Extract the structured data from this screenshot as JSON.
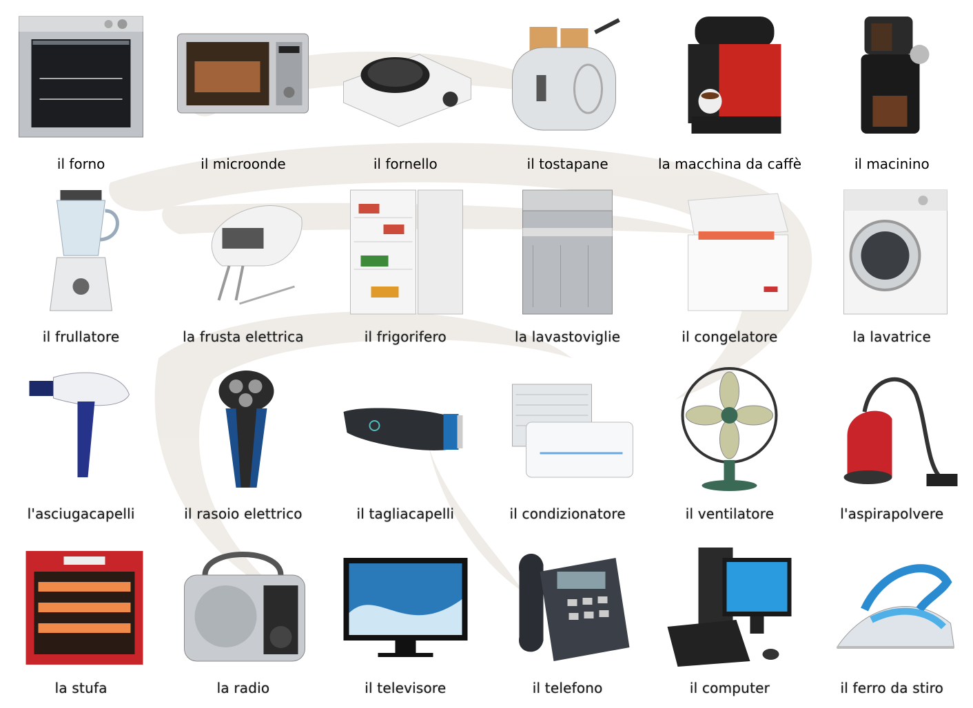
{
  "colors": {
    "watermark": "#ede9e3",
    "text": "#111111"
  },
  "items": [
    {
      "label": "il forno",
      "icon": "oven-icon"
    },
    {
      "label": "il microonde",
      "icon": "microwave-icon"
    },
    {
      "label": "il fornello",
      "icon": "hot-plate-icon"
    },
    {
      "label": "il tostapane",
      "icon": "toaster-icon"
    },
    {
      "label": "la macchina da caffè",
      "icon": "coffee-machine-icon"
    },
    {
      "label": "il macinino",
      "icon": "coffee-grinder-icon"
    },
    {
      "label": "il frullatore",
      "icon": "blender-icon"
    },
    {
      "label": "la frusta elettrica",
      "icon": "hand-mixer-icon"
    },
    {
      "label": "il frigorifero",
      "icon": "refrigerator-icon"
    },
    {
      "label": "la lavastoviglie",
      "icon": "dishwasher-icon"
    },
    {
      "label": "il congelatore",
      "icon": "chest-freezer-icon"
    },
    {
      "label": "la lavatrice",
      "icon": "washing-machine-icon"
    },
    {
      "label": "l'asciugacapelli",
      "icon": "hair-dryer-icon"
    },
    {
      "label": "il rasoio elettrico",
      "icon": "electric-shaver-icon"
    },
    {
      "label": "il tagliacapelli",
      "icon": "hair-clipper-icon"
    },
    {
      "label": "il condizionatore",
      "icon": "air-conditioner-icon"
    },
    {
      "label": "il ventilatore",
      "icon": "fan-icon"
    },
    {
      "label": "l'aspirapolvere",
      "icon": "vacuum-cleaner-icon"
    },
    {
      "label": "la stufa",
      "icon": "heater-icon"
    },
    {
      "label": "la radio",
      "icon": "radio-icon"
    },
    {
      "label": "il televisore",
      "icon": "television-icon"
    },
    {
      "label": "il telefono",
      "icon": "telephone-icon"
    },
    {
      "label": "il computer",
      "icon": "computer-icon"
    },
    {
      "label": "il ferro da stiro",
      "icon": "iron-icon"
    }
  ]
}
